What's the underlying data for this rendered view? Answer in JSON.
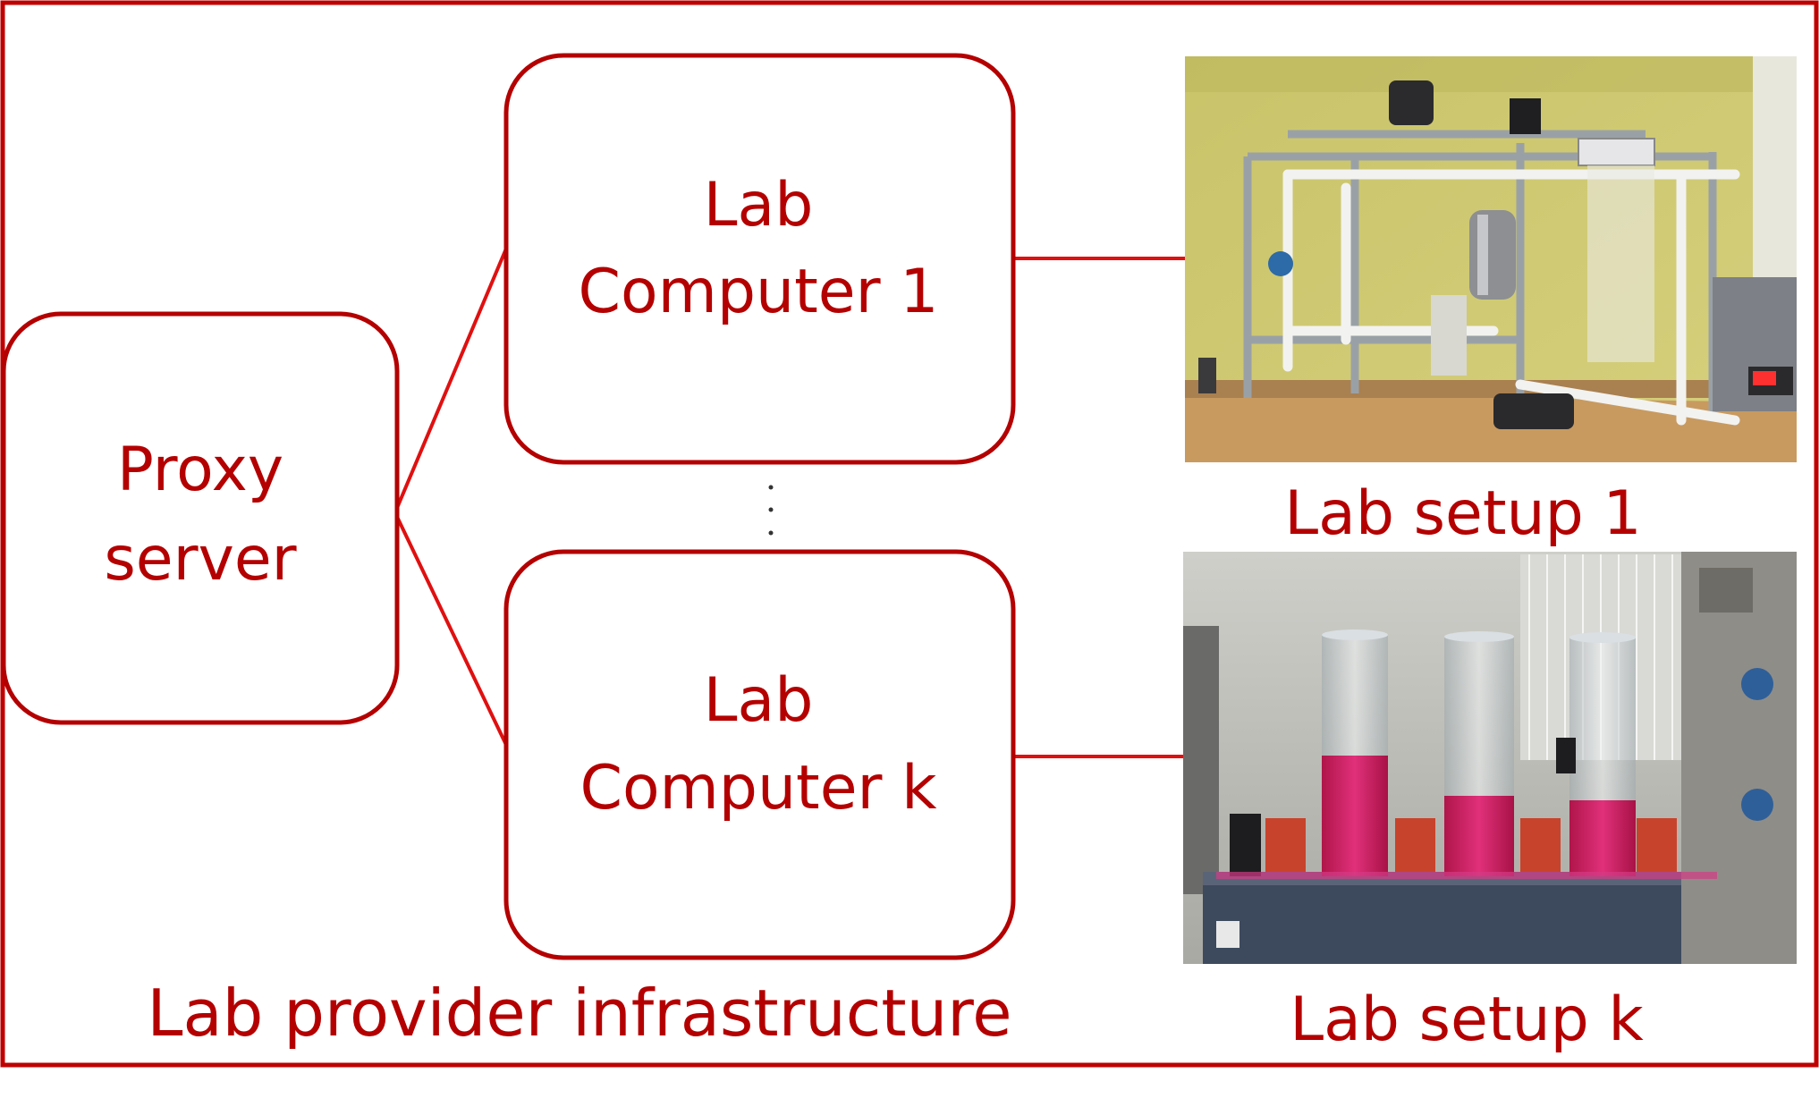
{
  "colors": {
    "accent": "#b40000",
    "connector": "#e01010",
    "frame": "#c00000"
  },
  "nodes": {
    "proxy": {
      "line1": "Proxy",
      "line2": "server"
    },
    "lab_computer_1": {
      "line1": "Lab",
      "line2": "Computer 1"
    },
    "lab_computer_k": {
      "line1": "Lab",
      "line2": "Computer k"
    }
  },
  "photos": {
    "setup_1": {
      "caption": "Lab setup 1"
    },
    "setup_k": {
      "caption": "Lab setup k"
    }
  },
  "infrastructure_label": "Lab provider infrastructure"
}
